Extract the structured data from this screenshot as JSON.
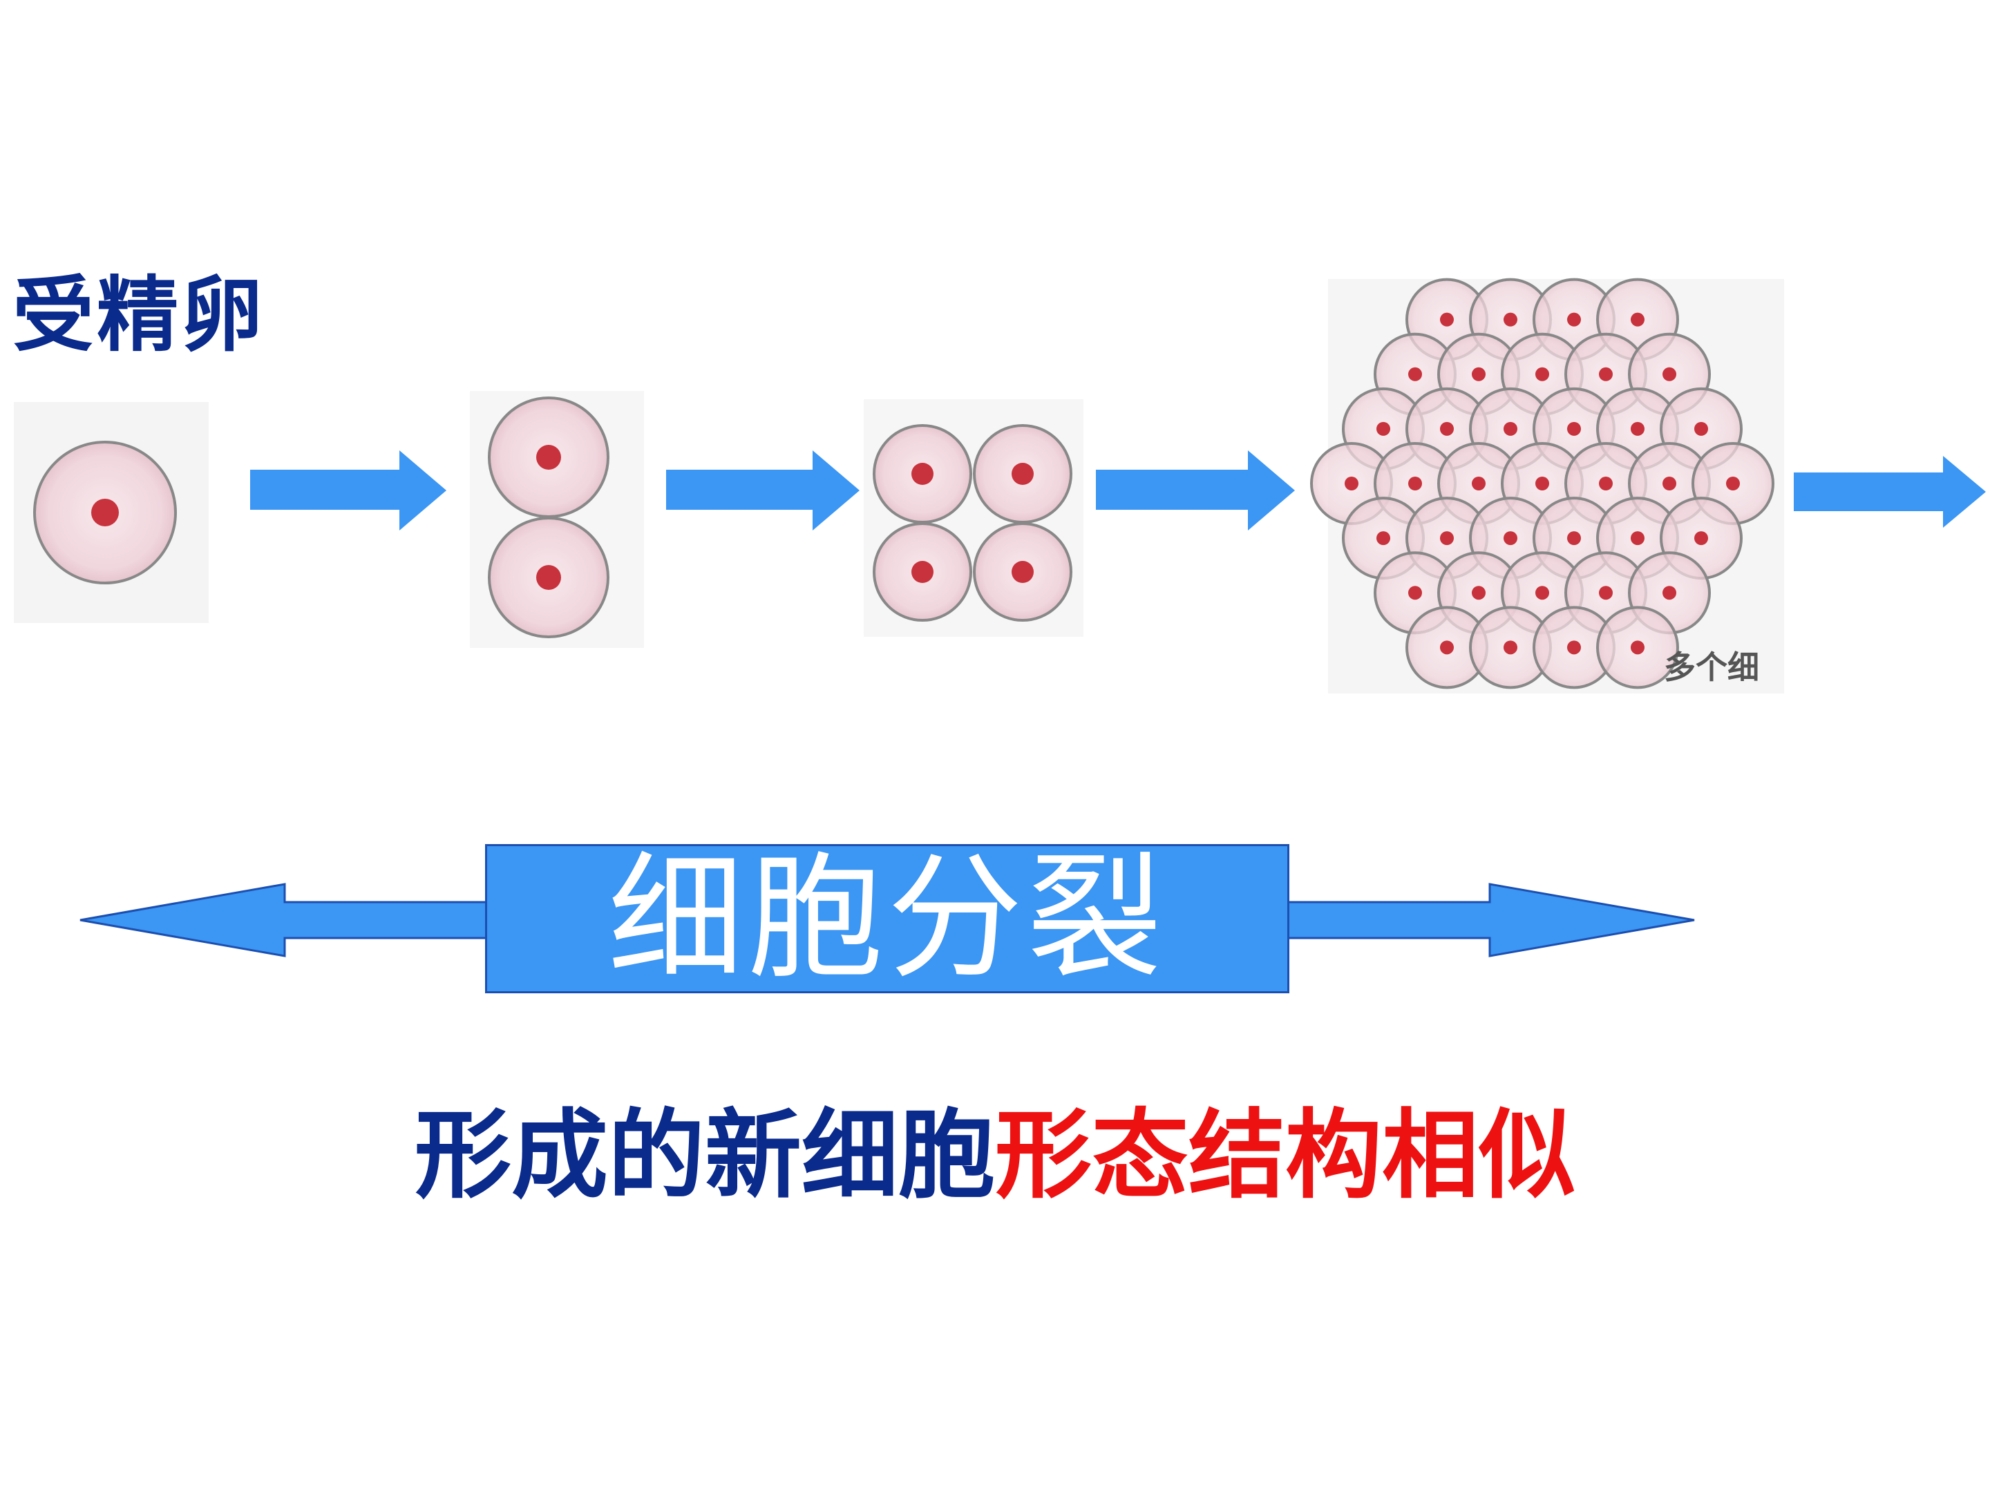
{
  "title_label": "受精卵",
  "process_label": "细胞分裂",
  "conclusion": {
    "part_a": "形成的新细胞",
    "part_b": "形态结构相似"
  },
  "cluster_caption": "多个细",
  "stages": [
    {
      "cells": 1
    },
    {
      "cells": 2
    },
    {
      "cells": 4
    },
    {
      "cells": "many"
    }
  ],
  "colors": {
    "arrow": "#3b96f4",
    "title_text": "#0a2a8c",
    "highlight_text": "#ee1111",
    "cell_fill": "#f2dbe1",
    "cell_outline": "#888888",
    "nucleus": "#c8323c"
  }
}
